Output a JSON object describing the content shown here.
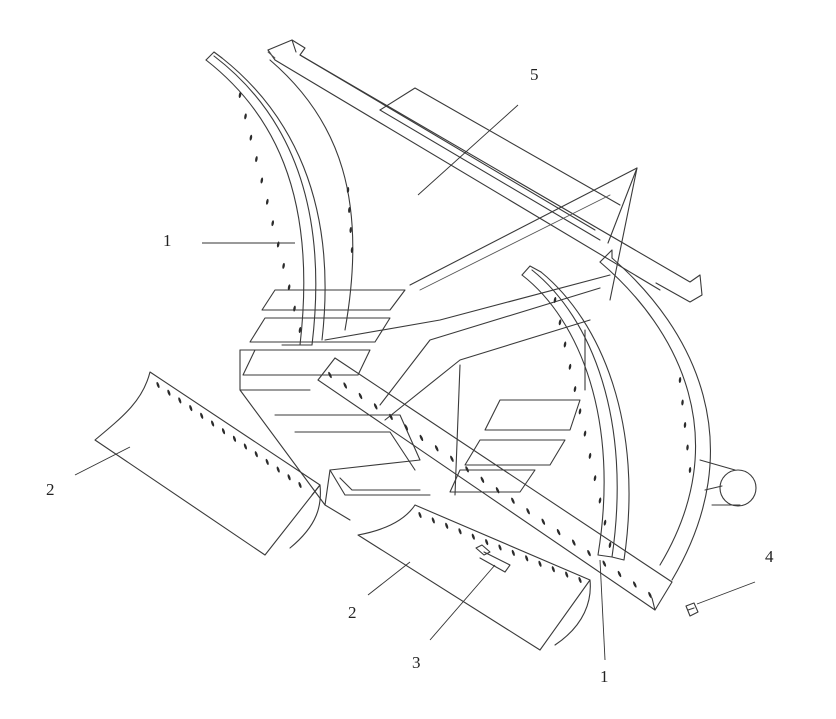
{
  "callouts": [
    {
      "id": "c1a",
      "text": "1"
    },
    {
      "id": "c1b",
      "text": "1"
    },
    {
      "id": "c2a",
      "text": "2"
    },
    {
      "id": "c2b",
      "text": "2"
    },
    {
      "id": "c3",
      "text": "3"
    },
    {
      "id": "c4",
      "text": "4"
    },
    {
      "id": "c5",
      "text": "5"
    }
  ],
  "colors": {
    "line": "#3a3a3a",
    "background": "#ffffff"
  }
}
